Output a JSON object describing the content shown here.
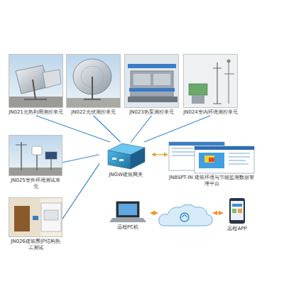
{
  "diagram": {
    "nodes": [
      {
        "text": [
          "JN021光热利用测控单元"
        ]
      },
      {
        "text": [
          "JN022光伏测控单元"
        ]
      },
      {
        "text": [
          "JN023热泵测控单元"
        ]
      },
      {
        "text": [
          "JN024室内环境测控单元"
        ]
      },
      {
        "text": [
          "JN025室外环境测试单元"
        ]
      },
      {
        "text": [
          "JN026建筑围护结构热工测试"
        ]
      },
      {
        "text": [
          "JNGW建筑网关"
        ]
      },
      {
        "text": [
          "JN8SPT-IN 建筑环境与节能监测数据管理平台"
        ]
      },
      {
        "text": [
          "远程PC机"
        ]
      },
      {
        "text": [
          "远程APP"
        ]
      }
    ],
    "edges": [
      {
        "from": 0,
        "to": 6,
        "arrow": "none"
      },
      {
        "from": 1,
        "to": 6,
        "arrow": "none"
      },
      {
        "from": 2,
        "to": 6,
        "arrow": "none"
      },
      {
        "from": 3,
        "to": 6,
        "arrow": "none"
      },
      {
        "from": 4,
        "to": 6,
        "arrow": "none"
      },
      {
        "from": 5,
        "to": 6,
        "arrow": "none"
      },
      {
        "from": 6,
        "to": 7,
        "arrow": "both"
      }
    ]
  }
}
